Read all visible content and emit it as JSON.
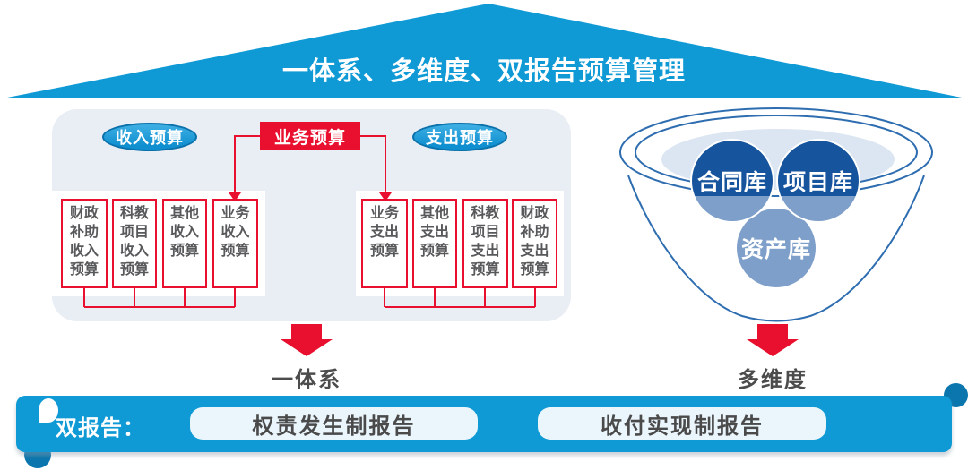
{
  "header": {
    "title": "一体系、多维度、双报告预算管理"
  },
  "budget_panel": {
    "income_oval": "收入预算",
    "business_tag": "业务预算",
    "expense_oval": "支出预算",
    "income_boxes": [
      "财政补助收入预算",
      "科教项目收入预算",
      "其他收入预算",
      "业务收入预算"
    ],
    "expense_boxes": [
      "业务支出预算",
      "其他支出预算",
      "科教项目支出预算",
      "财政补助支出预算"
    ],
    "caption": "一体系"
  },
  "funnel": {
    "bubbles": [
      "合同库",
      "项目库",
      "资产库"
    ],
    "caption": "多维度"
  },
  "footer": {
    "label": "双报告：",
    "report_pills": [
      "权责发生制报告",
      "收付实现制报告"
    ]
  },
  "colors": {
    "brand_blue": "#0f9ad5",
    "roll_blue": "#0b76ad",
    "panel_bg": "#e9edf4",
    "accent_red": "#e8102e",
    "dark_circle_blue": "#17549e",
    "mid_blue": "#7e9fca",
    "light_ellipse": "#dce6f2",
    "funnel_stroke": "#2e6db0",
    "box_text_gray": "#58595b"
  }
}
